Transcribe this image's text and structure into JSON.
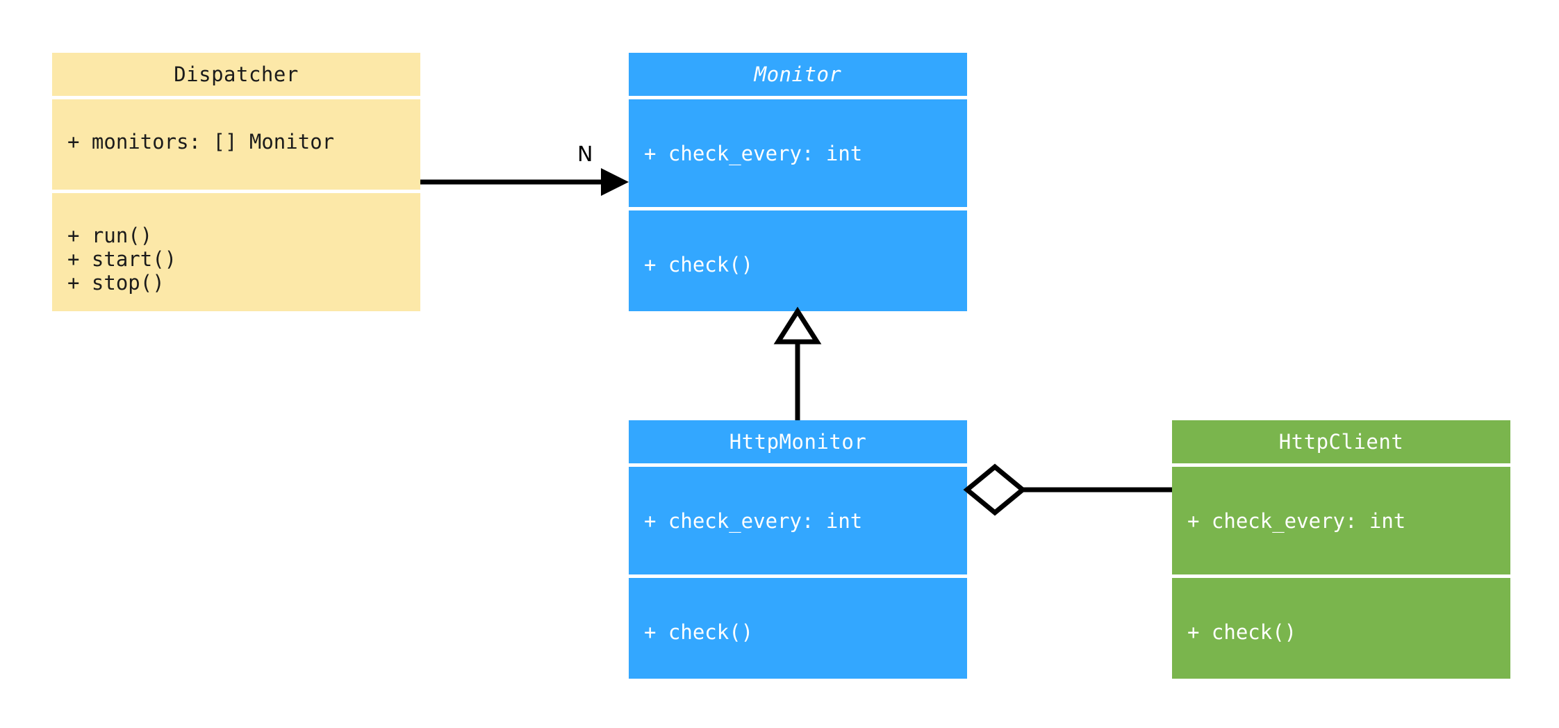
{
  "diagram": {
    "type": "uml-class-diagram",
    "background": "#ffffff",
    "palette": {
      "cream": "#fce8a8",
      "blue": "#33a7ff",
      "green": "#7ab54d",
      "line": "#000000",
      "dark_text": "#1b1b1b",
      "light_text": "#ffffff"
    }
  },
  "classes": {
    "dispatcher": {
      "name": "Dispatcher",
      "abstract": false,
      "color": "#fce8a8",
      "attributes": [
        "+ monitors: [] Monitor"
      ],
      "methods": [
        "+ run()",
        "+ start()",
        "+ stop()"
      ]
    },
    "monitor": {
      "name": "Monitor",
      "abstract": true,
      "color": "#33a7ff",
      "attributes": [
        "+ check_every: int"
      ],
      "methods": [
        "+ check()"
      ]
    },
    "http_monitor": {
      "name": "HttpMonitor",
      "abstract": false,
      "color": "#33a7ff",
      "attributes": [
        "+ check_every: int"
      ],
      "methods": [
        "+ check()"
      ]
    },
    "http_client": {
      "name": "HttpClient",
      "abstract": false,
      "color": "#7ab54d",
      "attributes": [
        "+ check_every: int"
      ],
      "methods": [
        "+ check()"
      ]
    }
  },
  "relationships": {
    "dispatcher_to_monitor": {
      "kind": "association",
      "from": "Dispatcher",
      "to": "Monitor",
      "label": "N",
      "arrow": "filled-triangle"
    },
    "http_monitor_to_monitor": {
      "kind": "generalization",
      "from": "HttpMonitor",
      "to": "Monitor",
      "label": "",
      "arrow": "hollow-triangle"
    },
    "http_monitor_to_http_client": {
      "kind": "aggregation",
      "from": "HttpMonitor",
      "to": "HttpClient",
      "label": "",
      "arrow": "hollow-diamond"
    }
  }
}
